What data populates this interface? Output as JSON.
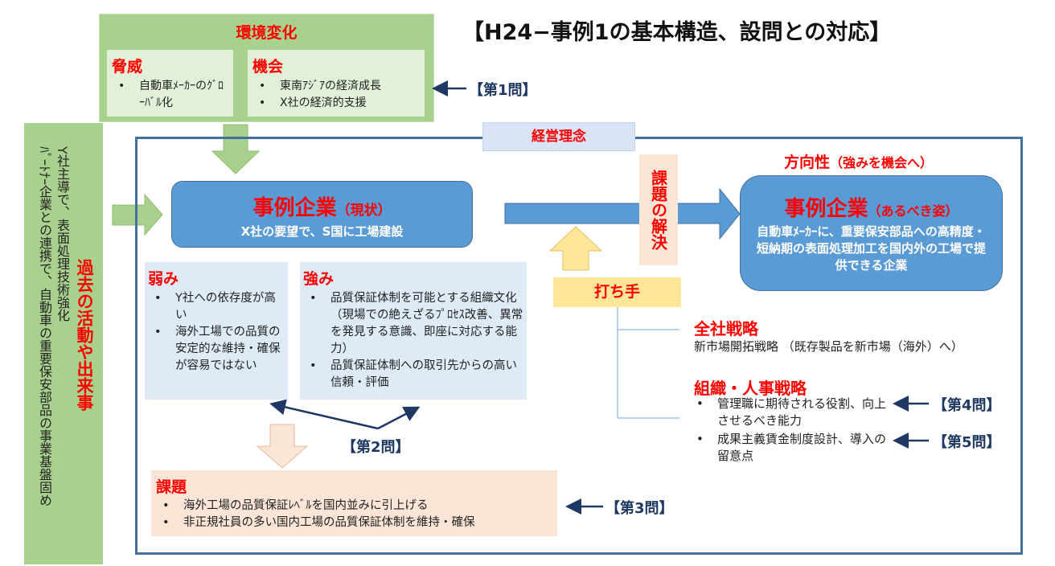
{
  "title": "【H24−事例1の基本構造、設問との対応】",
  "environment": {
    "title": "環境変化",
    "threat": {
      "title": "脅威",
      "items": [
        "自動車ﾒｰｶｰのｸﾞﾛｰﾊﾞﾙ化"
      ]
    },
    "opportunity": {
      "title": "機会",
      "items": [
        "東南ｱｼﾞｱの経済成長",
        "X社の経済的支援"
      ]
    },
    "question": "【第1問】"
  },
  "past": {
    "title": "過去の活動や出来事",
    "items": [
      "Y社主導で、表面処理技術強化",
      "ﾊﾟｰﾄﾅｰ企業との連携で、自動車の重要保安部品の事業基盤固め"
    ]
  },
  "philosophy": "経営理念",
  "current": {
    "title": "事例企業",
    "suffix": "（現状）",
    "desc": "X社の要望で、S国に工場建設"
  },
  "weakness": {
    "title": "弱み",
    "items": [
      "Y社への依存度が高い",
      "海外工場での品質の安定的な維持・確保が容易ではない"
    ]
  },
  "strength": {
    "title": "強み",
    "items": [
      "品質保証体制を可能とする組織文化（現場での絶えざるﾌﾟﾛｾｽ改善、異常を発見する意識、即座に対応する能力）",
      "品質保証体制への取引先からの高い信頼・評価"
    ]
  },
  "q2": "【第2問】",
  "issues": {
    "title": "課題",
    "items": [
      "海外工場の品質保証ﾚﾍﾞﾙを国内並みに引上げる",
      "非正規社員の多い国内工場の品質保証体制を維持・確保"
    ],
    "question": "【第3問】"
  },
  "solution": "課題の解決",
  "direction": {
    "title": "方向性",
    "suffix": "（強みを機会へ）"
  },
  "ideal": {
    "title": "事例企業",
    "suffix": "（あるべき姿）",
    "desc": "自動車ﾒｰｶｰに、重要保安部品への高精度・短納期の表面処理加工を国内外の工場で提供できる企業"
  },
  "measures": "打ち手",
  "corporate": {
    "title": "全社戦略",
    "desc": "新市場開拓戦略 （既存製品を新市場（海外）へ）"
  },
  "hr": {
    "title": "組織・人事戦略",
    "items": [
      {
        "text": "管理職に期待される役割、向上させるべき能力",
        "question": "【第4問】"
      },
      {
        "text": "成果主義賃金制度設計、導入の留意点",
        "question": "【第5問】"
      }
    ]
  }
}
